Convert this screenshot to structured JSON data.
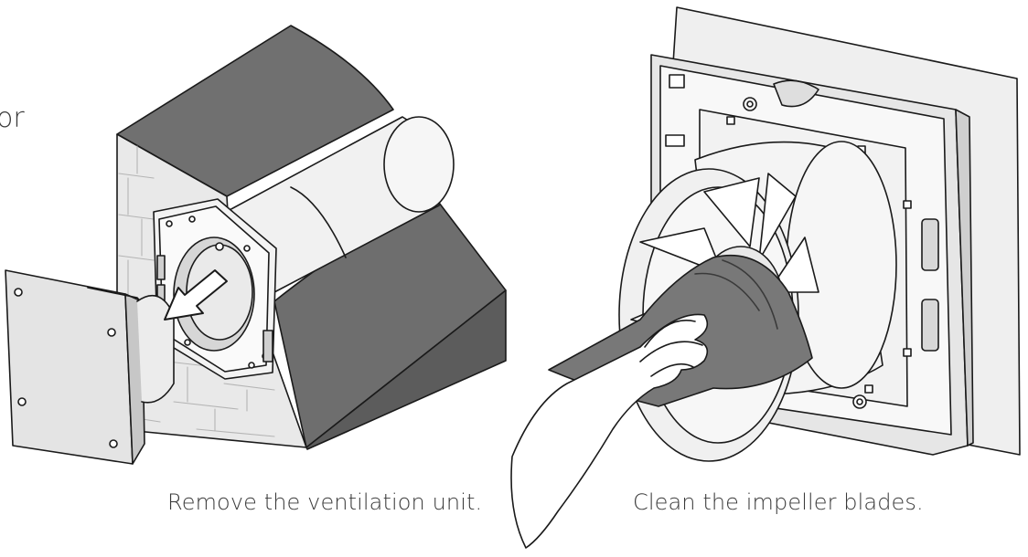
{
  "page": {
    "edge_text_fragment": "or",
    "captions": {
      "remove_unit": "Remove the ventilation unit.",
      "clean_blades": "Clean the impeller blades."
    }
  },
  "colors": {
    "line": "#1a1a1a",
    "wall_dark": "#6e6e6e",
    "face_light": "#e6e6e6",
    "cloth": "#777777"
  },
  "icons": [
    "direction-arrow-icon"
  ]
}
